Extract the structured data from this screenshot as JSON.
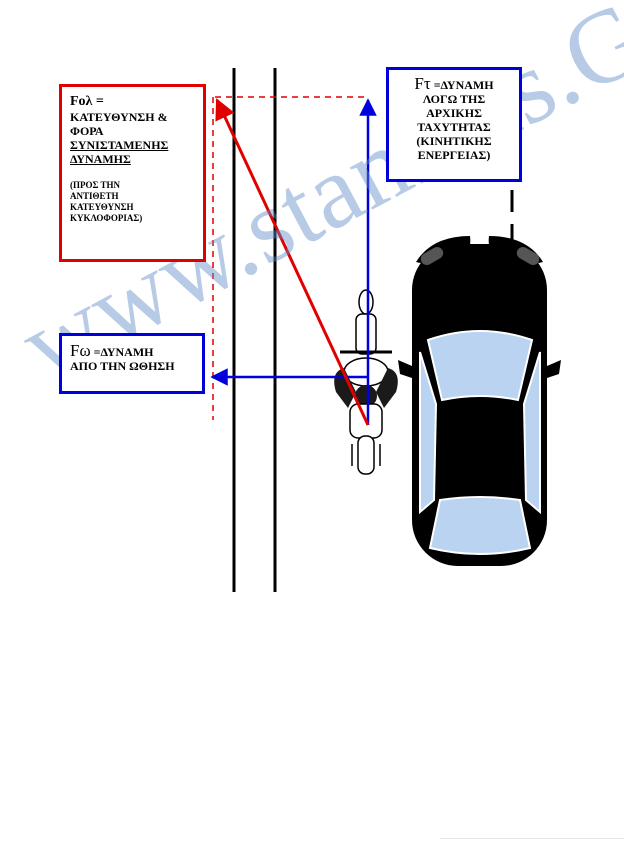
{
  "labels": {
    "resultant": {
      "symbol": "Fολ =",
      "lines": [
        "ΚΑΤΕΥΘΥΝΣΗ &",
        "ΦΟΡΑ"
      ],
      "underlined": [
        "ΣΥΝΙΣΤΑΜΕΝΗΣ",
        "ΔΥΝΑΜΗΣ"
      ],
      "note": [
        "(ΠΡΟΣ ΤΗΝ",
        "ΑΝΤΙΘΕΤΗ",
        "ΚΑΤΕΥΘΥΝΣΗ",
        "ΚΥΚΛΟΦΟΡΙΑΣ)"
      ]
    },
    "initial_speed": {
      "symbol": "Fτ",
      "eq": " =ΔΥΝΑΜΗ",
      "lines": [
        "ΛΟΓΩ ΤΗΣ",
        "ΑΡΧΙΚΗΣ",
        "ΤΑΧΥΤΗΤΑΣ",
        "(ΚΙΝΗΤΙΚΗΣ",
        "ΕΝΕΡΓΕΙΑΣ)"
      ]
    },
    "push": {
      "symbol": "Fω",
      "eq": " =ΔΥΝΑΜΗ",
      "line": "ΑΠΟ ΤΗΝ ΩΘΗΣΗ"
    }
  },
  "watermark": "www.stamiris.GR",
  "colors": {
    "red": "#e10000",
    "blue": "#0000dd",
    "watermark": "#628cc8",
    "car": "#000000"
  }
}
